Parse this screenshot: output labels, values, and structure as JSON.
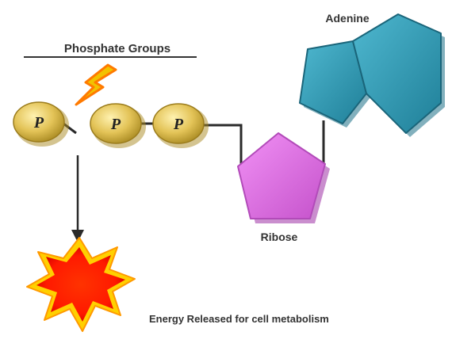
{
  "labels": {
    "phosphate_groups": "Phosphate Groups",
    "adenine": "Adenine",
    "ribose": "Ribose",
    "energy": "Energy Released for cell metabolism"
  },
  "phosphates": [
    {
      "label": "P"
    },
    {
      "label": "P"
    },
    {
      "label": "P"
    }
  ],
  "colors": {
    "phosphate_fill": "#e3c357",
    "phosphate_dark": "#a98a22",
    "adenine_fill": "#2e9ab5",
    "adenine_dark": "#1c6f86",
    "ribose_fill": "#e070e6",
    "ribose_dark": "#a743ad",
    "bond": "#2a2a2a",
    "lightning": "#f2c200",
    "burst_outer": "#ff2a00",
    "burst_inner": "#ffd000"
  },
  "icons": {
    "bond_break": "lightning-bolt-icon",
    "energy": "explosion-burst-icon"
  }
}
